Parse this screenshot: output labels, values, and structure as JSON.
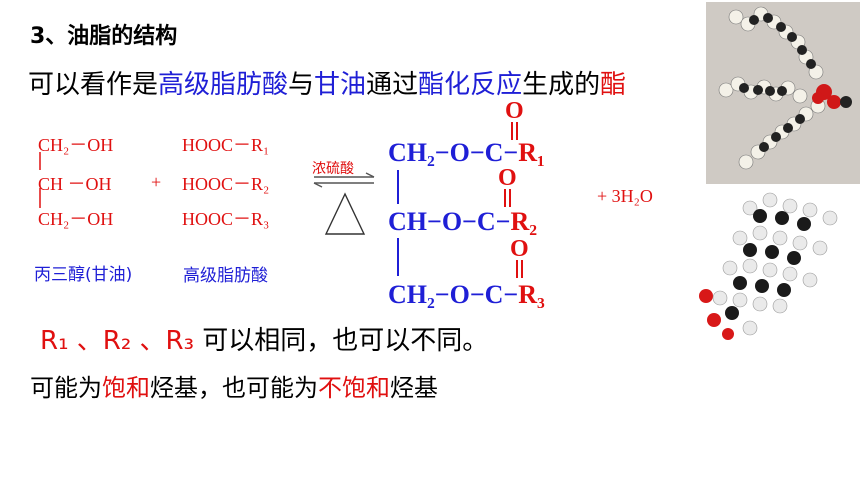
{
  "title": "3、油脂的结构",
  "intro": {
    "t1": "可以看作是",
    "t2": "高级脂肪酸",
    "t3": "与",
    "t4": "甘油",
    "t5": "通过",
    "t6": "酯化反应",
    "t7": "生成的",
    "t8": "酯"
  },
  "glycerol": {
    "row1": "CH₂－OH",
    "row2": "CH －OH",
    "row3": "CH₂－OH",
    "label": "丙三醇(甘油)"
  },
  "plus": "+",
  "acid": {
    "row1": "HOOC－R₁",
    "row2": "HOOC－R₂",
    "row3": "HOOC－R₃",
    "label": "高级脂肪酸"
  },
  "catalyst": "浓硫酸",
  "product": {
    "o": "O",
    "r1_pre": "CH₂−O−C−",
    "r1": "R₁",
    "r2_pre": "CH−O−C−",
    "r2": "R₂",
    "r3_pre": "CH₂−O−C−",
    "r3": "R₃",
    "water": "+  3H₂O"
  },
  "rline": {
    "r1": "R₁",
    "sep1": " 、",
    "r2": "R₂",
    "sep2": " 、",
    "r3": "R₃",
    "rest": " 可以相同，也可以不同。"
  },
  "last": {
    "a": "可能为",
    "b": "饱和",
    "c": "烃基，也可能为",
    "d": "不饱和",
    "e": "烃基"
  },
  "colors": {
    "blue": "#1f1fd6",
    "red": "#e01010"
  }
}
